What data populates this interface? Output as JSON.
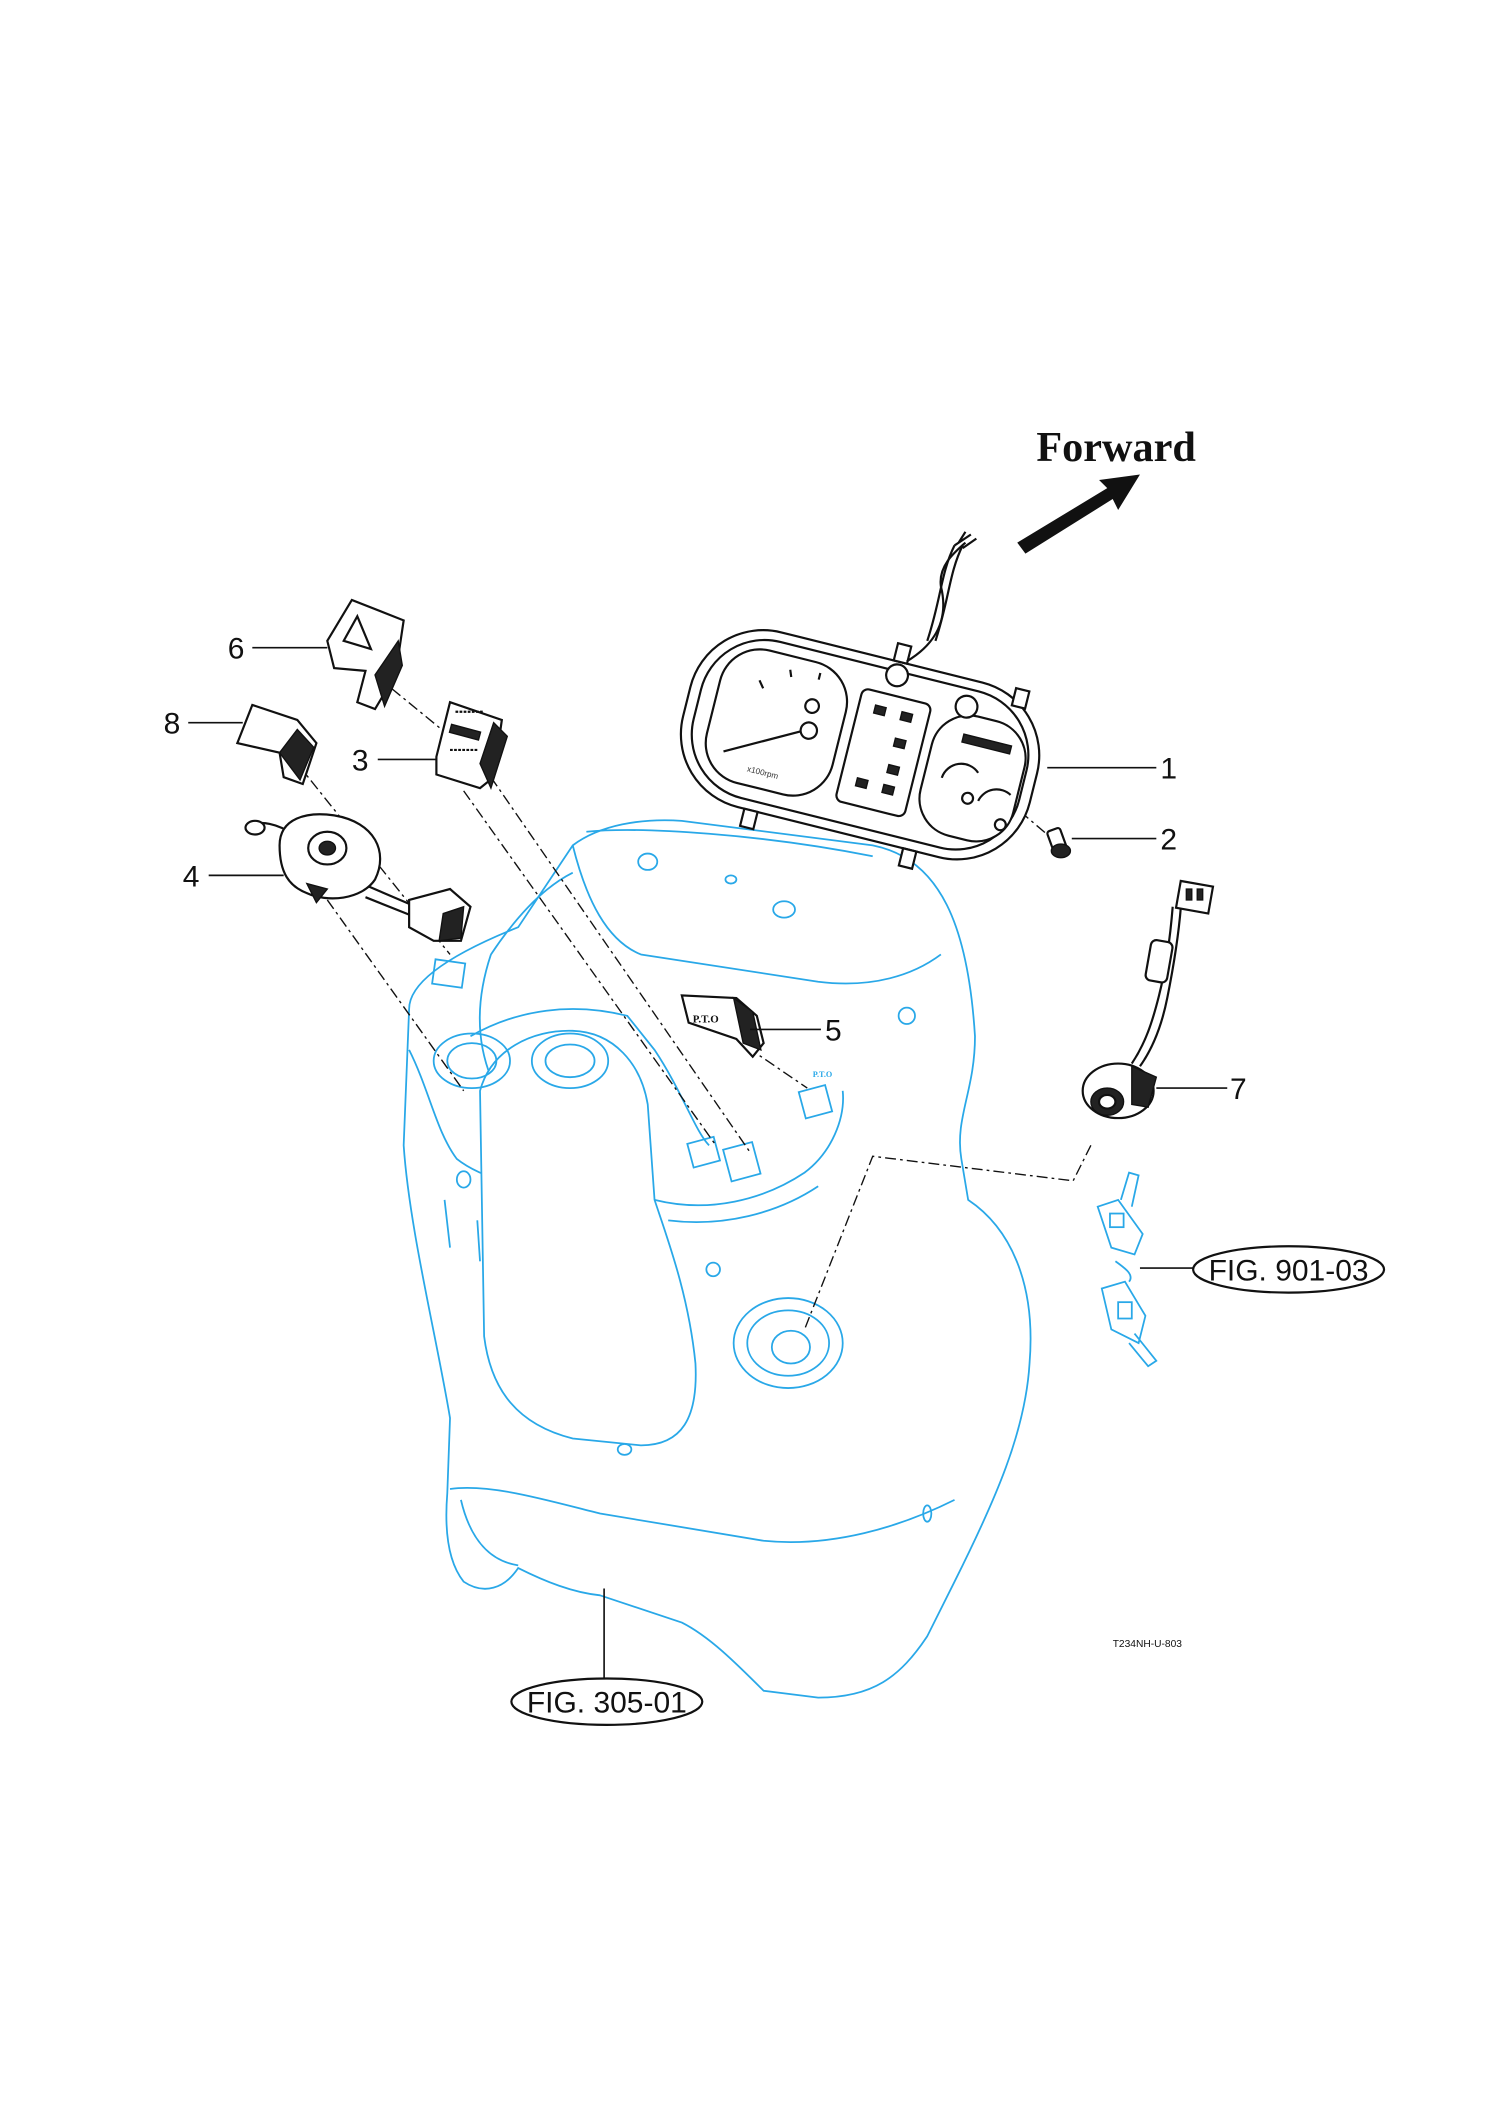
{
  "direction_label": "Forward",
  "callouts": [
    "1",
    "2",
    "3",
    "4",
    "5",
    "6",
    "7",
    "8"
  ],
  "figure_refs": {
    "keys": "FIG. 901-03",
    "body": "FIG. 305-01"
  },
  "drawing_code": "T234NH-U-803",
  "gauge_unit": "x100rpm",
  "pto_switch_label": "P.T.O",
  "pto_panel_label": "P.T.O",
  "colors": {
    "parts": "#111111",
    "reference_body": "#29a8e8"
  }
}
